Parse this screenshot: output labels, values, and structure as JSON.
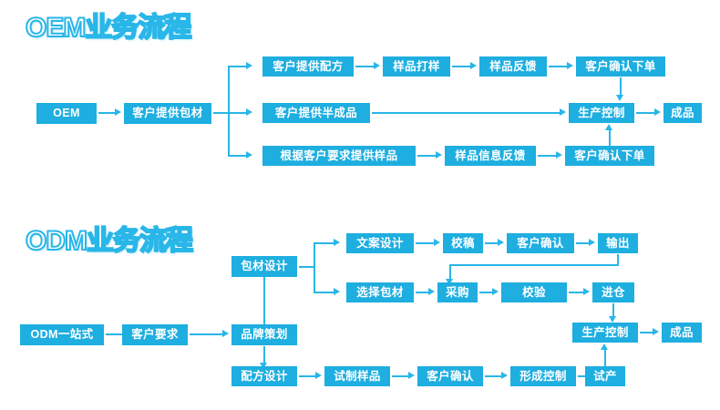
{
  "sections": [
    {
      "id": "oem",
      "title": "OEM业务流程",
      "nodes": [
        {
          "key": "oem_start",
          "label": "OEM"
        },
        {
          "key": "oem_pack",
          "label": "客户提供包材"
        },
        {
          "key": "oem_formula",
          "label": "客户提供配方"
        },
        {
          "key": "oem_sample",
          "label": "样品打样"
        },
        {
          "key": "oem_feedback",
          "label": "样品反馈"
        },
        {
          "key": "oem_order1",
          "label": "客户确认下单"
        },
        {
          "key": "oem_semi",
          "label": "客户提供半成品"
        },
        {
          "key": "oem_prod",
          "label": "生产控制"
        },
        {
          "key": "oem_finished",
          "label": "成品"
        },
        {
          "key": "oem_req_sample",
          "label": "根据客户要求提供样品"
        },
        {
          "key": "oem_info_fb",
          "label": "样品信息反馈"
        },
        {
          "key": "oem_order2",
          "label": "客户确认下单"
        }
      ]
    },
    {
      "id": "odm",
      "title": "ODM业务流程",
      "nodes": [
        {
          "key": "odm_start",
          "label": "ODM一站式"
        },
        {
          "key": "odm_req",
          "label": "客户要求"
        },
        {
          "key": "odm_brand",
          "label": "品牌策划"
        },
        {
          "key": "odm_packdes",
          "label": "包材设计"
        },
        {
          "key": "odm_copy",
          "label": "文案设计"
        },
        {
          "key": "odm_proof",
          "label": "校稿"
        },
        {
          "key": "odm_confirm1",
          "label": "客户确认"
        },
        {
          "key": "odm_output",
          "label": "输出"
        },
        {
          "key": "odm_selpack",
          "label": "选择包材"
        },
        {
          "key": "odm_purchase",
          "label": "采购"
        },
        {
          "key": "odm_verify",
          "label": "校验"
        },
        {
          "key": "odm_storein",
          "label": "进仓"
        },
        {
          "key": "odm_prod",
          "label": "生产控制"
        },
        {
          "key": "odm_finished",
          "label": "成品"
        },
        {
          "key": "odm_formula",
          "label": "配方设计"
        },
        {
          "key": "odm_trial",
          "label": "试制样品"
        },
        {
          "key": "odm_confirm2",
          "label": "客户确认"
        },
        {
          "key": "odm_control",
          "label": "形成控制"
        },
        {
          "key": "odm_trialprod",
          "label": "试产"
        }
      ]
    }
  ],
  "colors": {
    "box_fill": "#1eaee0",
    "box_text": "#ffffff",
    "connector": "#29b6e8",
    "title_stroke": "#29b6e8",
    "background": "#ffffff"
  }
}
